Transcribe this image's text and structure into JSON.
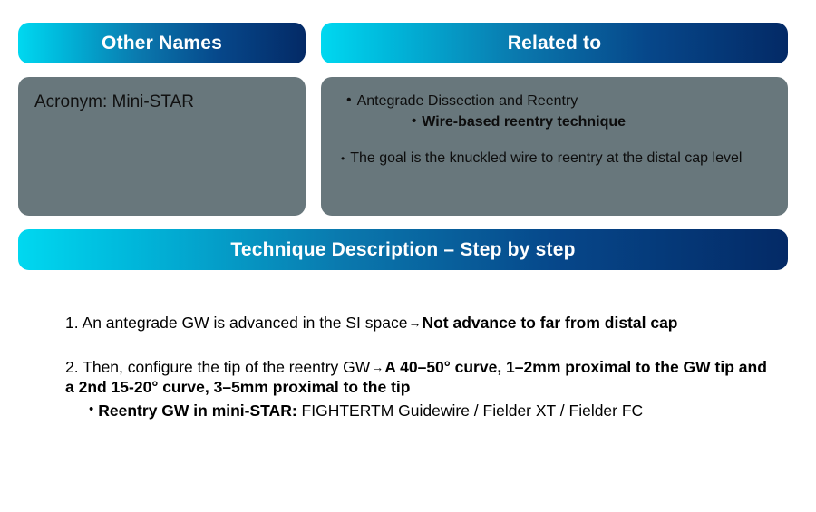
{
  "slide": {
    "background_color": "#ffffff",
    "panel_color": "#68777C",
    "gradient_start": "#00D8F0",
    "gradient_end": "#042A66"
  },
  "headers": {
    "other_names": "Other Names",
    "related_to": "Related to",
    "technique": "Technique Description – Step by step"
  },
  "panels": {
    "other_names": {
      "acronym": "Acronym: Mini-STAR"
    },
    "related_to": {
      "bullets": [
        {
          "marker": "•",
          "text": "Antegrade Dissection and Reentry",
          "bold": false,
          "level": 1
        },
        {
          "marker": "•",
          "text": "Wire-based reentry technique",
          "bold": true,
          "level": 2
        },
        {
          "marker": "•",
          "text": "The goal is the knuckled wire to reentry at the distal cap level",
          "bold": false,
          "level": 1
        }
      ]
    }
  },
  "steps": [
    {
      "number": "1.",
      "lead": "An antegrade GW is advanced in the SI space",
      "arrow": "→",
      "emphasis": "Not advance to far from distal cap"
    },
    {
      "number": "2.",
      "lead": "Then, configure the tip of the reentry GW",
      "arrow": "→",
      "emphasis": "A 40–50° curve, 1–2mm proximal to the GW tip and a 2nd 15-20° curve, 3–5mm proximal to the tip"
    }
  ],
  "step_sub_bullet": {
    "marker": "•",
    "label": "Reentry GW in mini-STAR:",
    "value": " FIGHTERTM Guidewire / Fielder XT / Fielder FC"
  }
}
